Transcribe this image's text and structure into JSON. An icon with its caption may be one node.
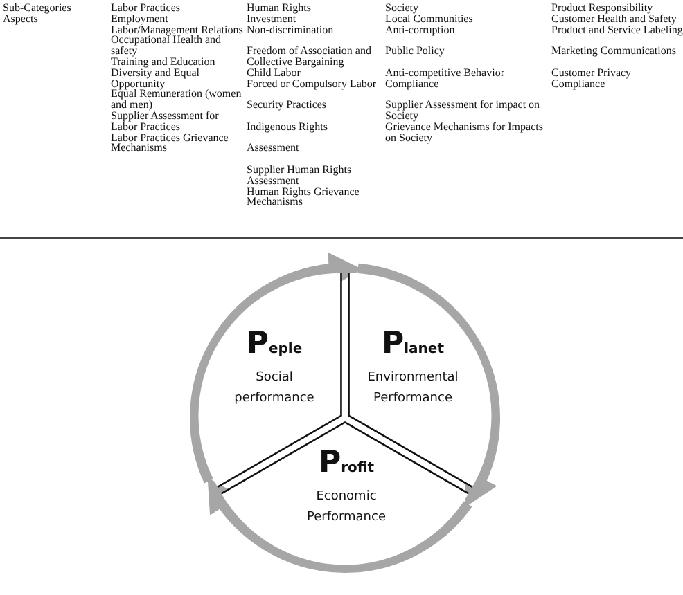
{
  "diagram": {
    "nodes": [
      {
        "text": [
          "Peple",
          "Social performance"
        ]
      },
      {
        "text": [
          "Planet",
          "Environmental Performance"
        ]
      },
      {
        "text": [
          "Profit",
          "Economic Performance"
        ]
      }
    ],
    "edges": [
      {
        "from": 0,
        "to": 1,
        "arrow": "to"
      },
      {
        "from": 1,
        "to": 2,
        "arrow": "to"
      },
      {
        "from": 2,
        "to": 0,
        "arrow": "to"
      }
    ],
    "labels": [
      "Sub-Categories",
      "Aspects",
      "Labor Practices",
      "Employment",
      "Labor/Management Relations",
      "Occupational Health and safety",
      "Training and Education",
      "Diversity and Equal Opportunity",
      "Equal Remuneration (women and men)",
      "Supplier Assessment for Labor Practices",
      "Labor Practices Grievance Mechanisms",
      "Human Rights",
      "Investment",
      "Non-discrimination",
      "Freedom of Association and Collective Bargaining",
      "Child Labor",
      "Forced or Compulsory Labor",
      "Security Practices",
      "Indigenous Rights",
      "Assessment",
      "Supplier Human Rights Assessment",
      "Human Rights Grievance Mechanisms",
      "Society",
      "Local Communities",
      "Anti-corruption",
      "Public Policy",
      "Anti-competitive Behavior Compliance",
      "Supplier Assessment for impact on Society",
      "Grievance Mechanisms for Impacts on Society",
      "Product Responsibility",
      "Customer Health and Safety",
      "Product and Service Labeling",
      "Marketing Communications",
      "Customer Privacy Compliance"
    ]
  }
}
